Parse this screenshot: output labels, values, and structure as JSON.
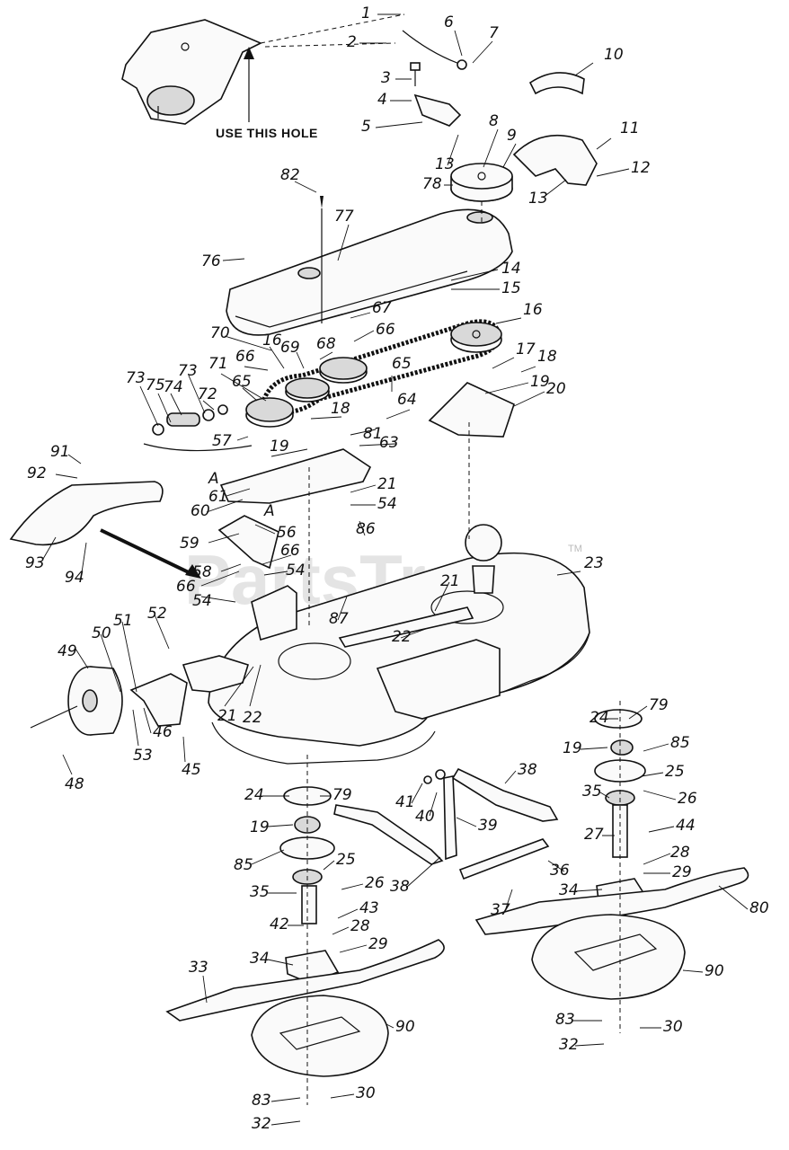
{
  "note_use_hole": "USE THIS HOLE",
  "watermark": "PartsTree",
  "watermark_tm": "TM",
  "callouts": [
    "1",
    "2",
    "6",
    "7",
    "10",
    "3",
    "4",
    "5",
    "8",
    "9",
    "11",
    "12",
    "13",
    "13",
    "78",
    "82",
    "77",
    "76",
    "14",
    "15",
    "67",
    "66",
    "16",
    "70",
    "16",
    "69",
    "68",
    "65",
    "17",
    "18",
    "19",
    "20",
    "66",
    "71",
    "73",
    "75",
    "74",
    "73",
    "72",
    "65",
    "18",
    "81",
    "63",
    "64",
    "57",
    "19",
    "91",
    "92",
    "61",
    "60",
    "21",
    "54",
    "93",
    "94",
    "59",
    "56",
    "58",
    "66",
    "54",
    "66",
    "54",
    "86",
    "23",
    "21",
    "87",
    "22",
    "49",
    "50",
    "51",
    "52",
    "21",
    "22",
    "46",
    "53",
    "45",
    "48",
    "79",
    "24",
    "85",
    "19",
    "25",
    "26",
    "35",
    "44",
    "27",
    "28",
    "29",
    "34",
    "80",
    "90",
    "83",
    "30",
    "32",
    "24",
    "79",
    "19",
    "85",
    "25",
    "26",
    "35",
    "43",
    "42",
    "28",
    "29",
    "34",
    "33",
    "90",
    "83",
    "30",
    "32",
    "38",
    "41",
    "40",
    "39",
    "38",
    "36",
    "37",
    "A",
    "A"
  ]
}
